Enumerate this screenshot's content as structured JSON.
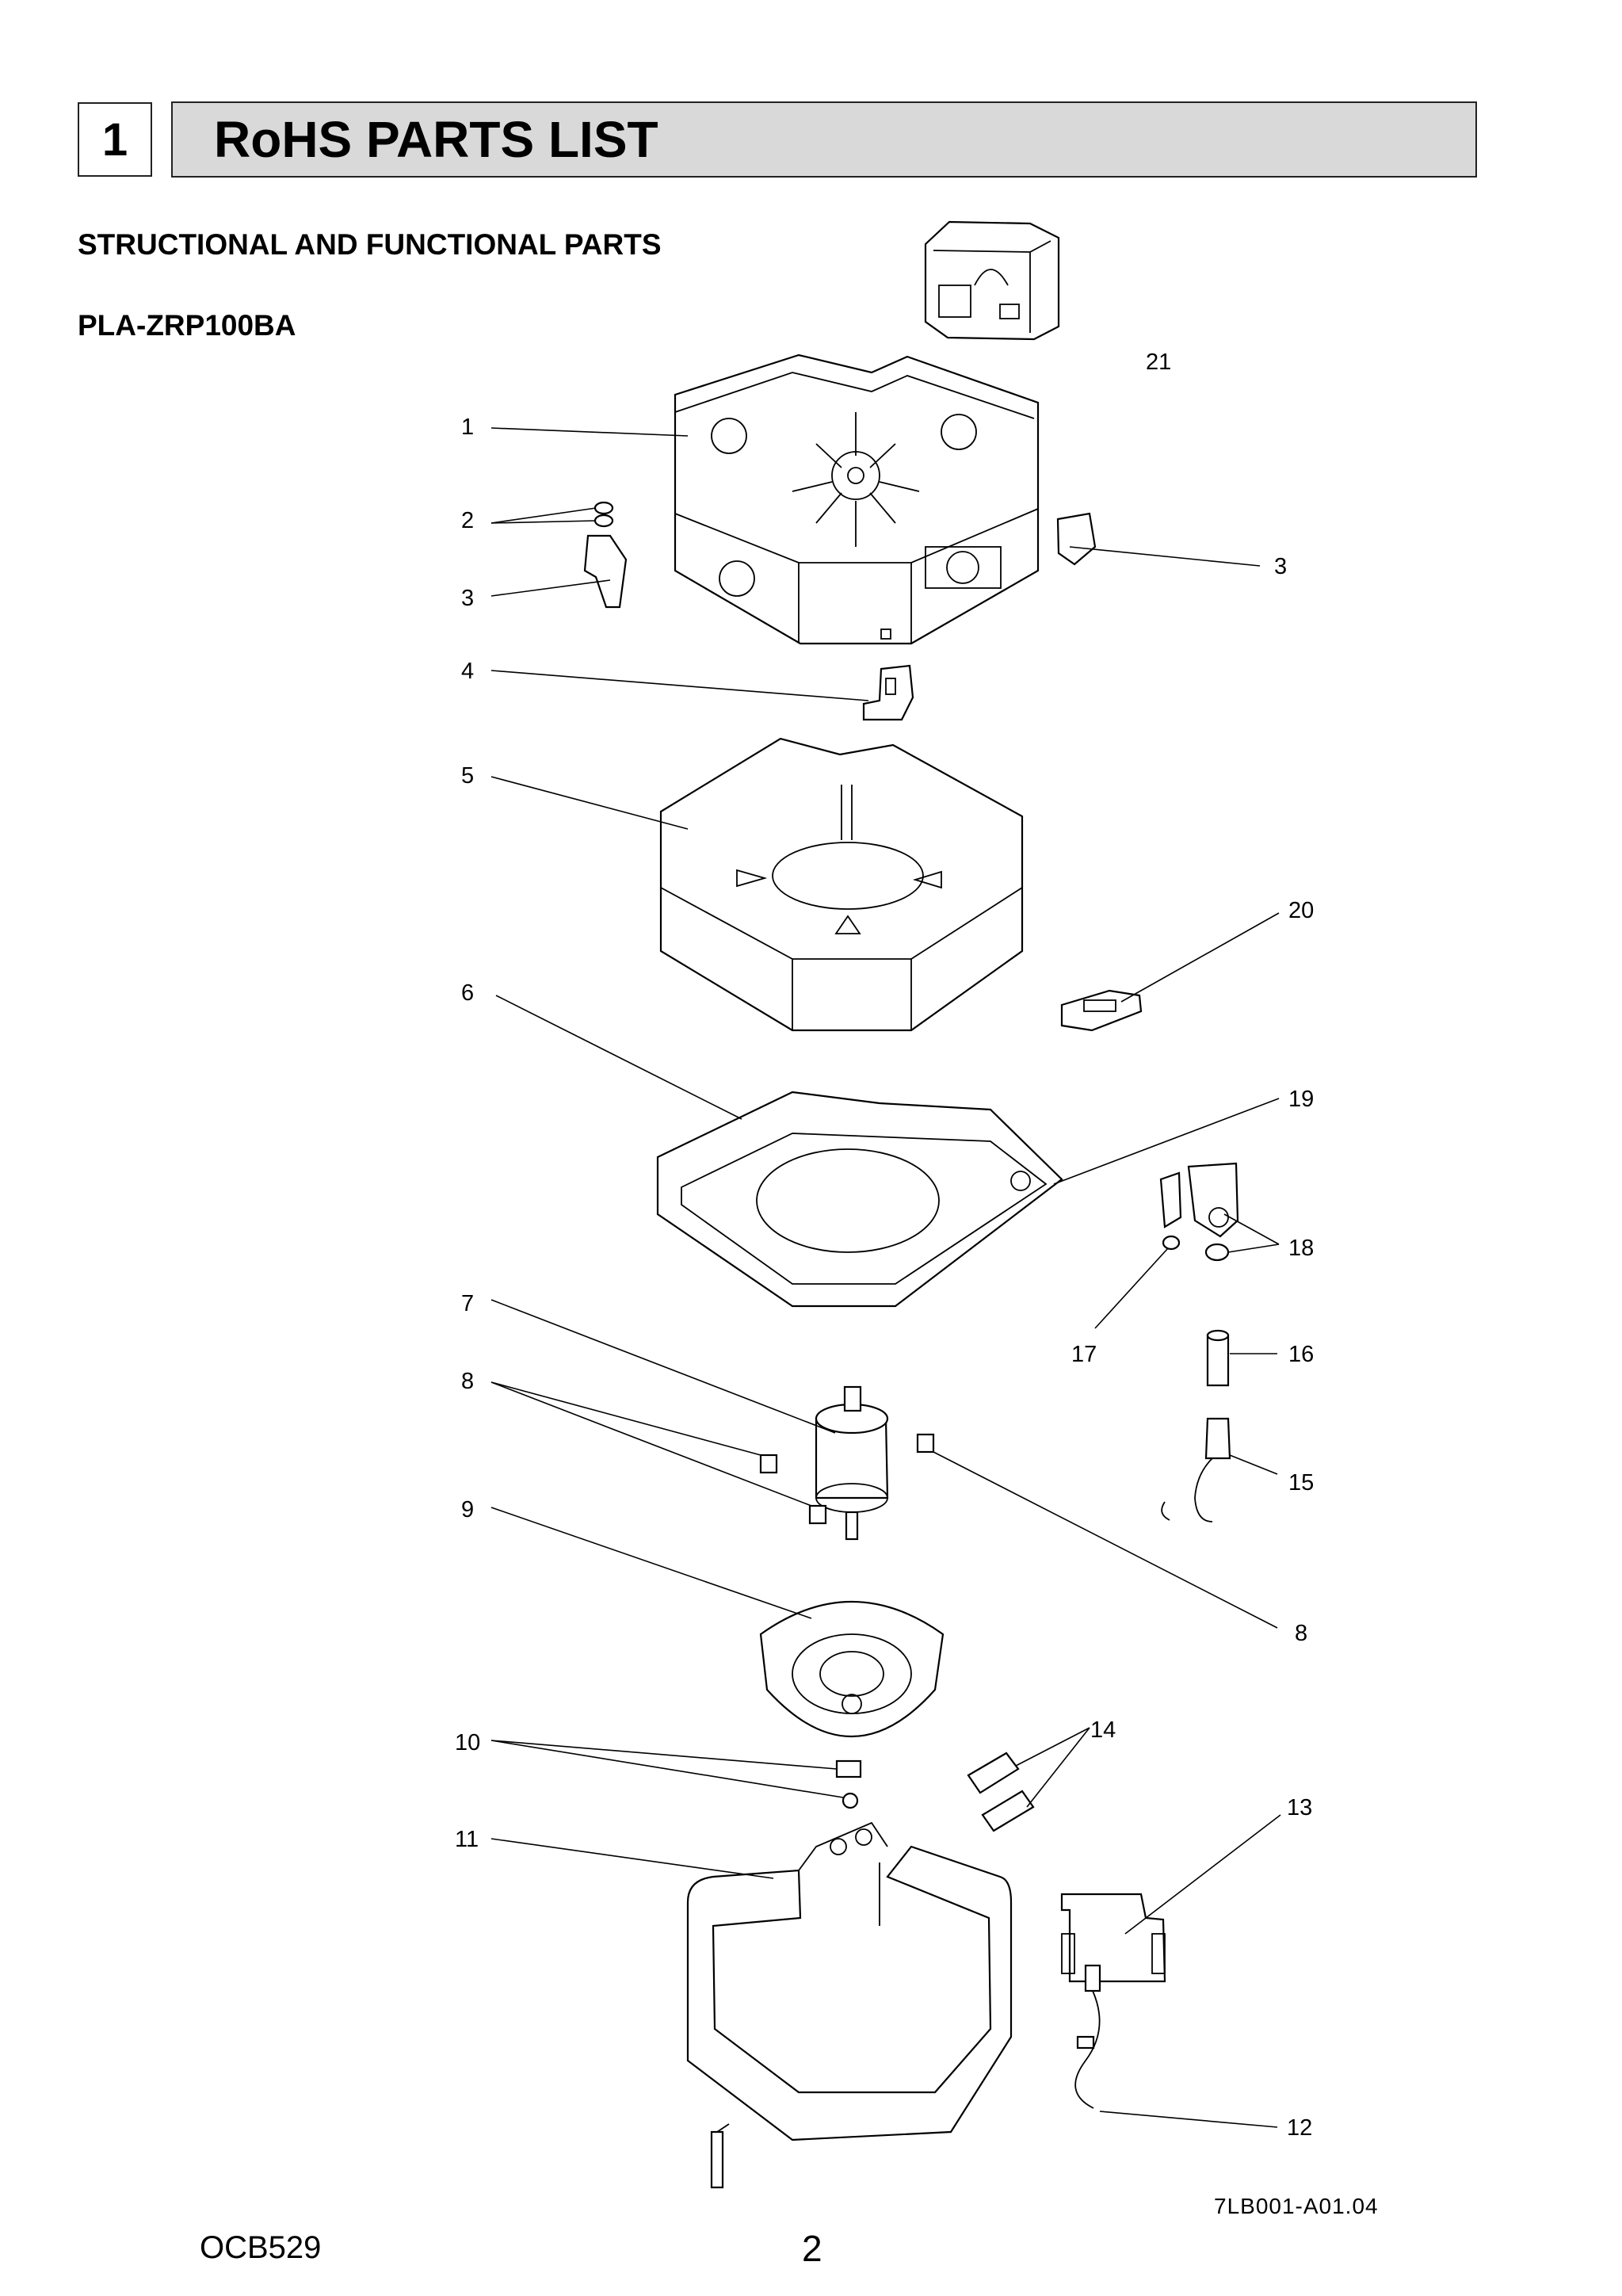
{
  "header": {
    "section_number": "1",
    "title": "RoHS PARTS LIST"
  },
  "subtitle": "STRUCTIONAL AND FUNCTIONAL PARTS",
  "model": "PLA-ZRP100BA",
  "callouts": {
    "c1": "1",
    "c2": "2",
    "c3a": "3",
    "c3b": "3",
    "c4": "4",
    "c5": "5",
    "c6": "6",
    "c7": "7",
    "c8a": "8",
    "c8b": "8",
    "c9": "9",
    "c10": "10",
    "c11": "11",
    "c12": "12",
    "c13": "13",
    "c14": "14",
    "c15": "15",
    "c16": "16",
    "c17": "17",
    "c18": "18",
    "c19": "19",
    "c20": "20",
    "c21": "21"
  },
  "footer": {
    "doc_code": "OCB529",
    "page": "2",
    "drawing_code": "7LB001-A01.04"
  }
}
